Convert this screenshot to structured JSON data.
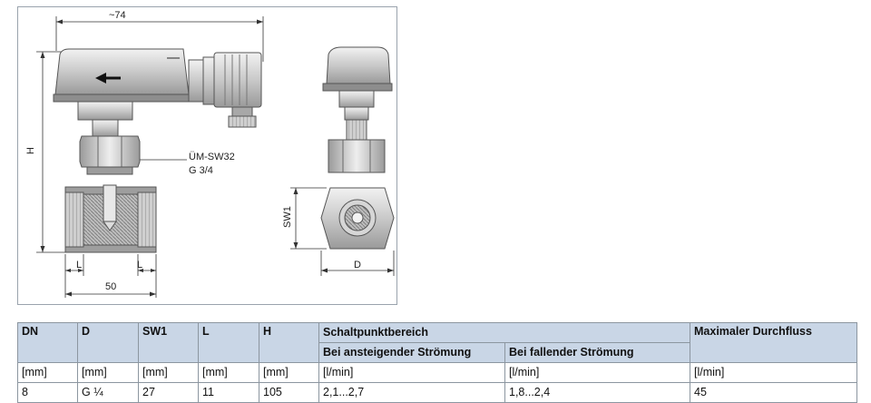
{
  "drawing": {
    "dim_width": "~74",
    "dim_height": "H",
    "dim_l_left": "L",
    "dim_l_right": "L",
    "dim_50": "50",
    "thread_label_1": "ÜM-SW32",
    "thread_label_2": "G  3/4",
    "dim_sw1": "SW1",
    "dim_d": "D"
  },
  "table": {
    "headers": {
      "dn": "DN",
      "d": "D",
      "sw1": "SW1",
      "l": "L",
      "h": "H",
      "schalt": "Schaltpunktbereich",
      "max": "Maximaler Durchfluss",
      "rising": "Bei ansteigender Strömung",
      "falling": "Bei fallender Strömung"
    },
    "units": [
      "[mm]",
      "[mm]",
      "[mm]",
      "[mm]",
      "[mm]",
      "[l/min]",
      "[l/min]",
      "[l/min]"
    ],
    "row": [
      "8",
      "G ¼",
      "27",
      "11",
      "105",
      "2,1...2,7",
      "1,8...2,4",
      "45"
    ]
  }
}
